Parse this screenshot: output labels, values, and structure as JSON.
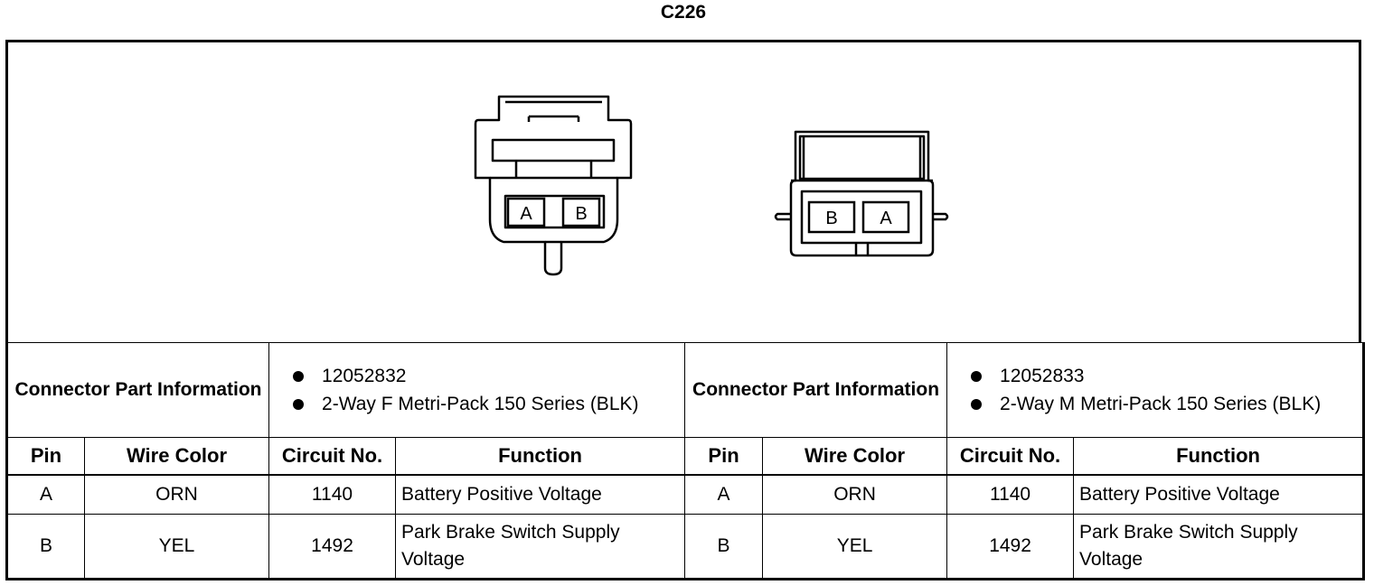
{
  "title": "C226",
  "connectors": [
    {
      "info_label": "Connector Part Information",
      "part_number": "12052832",
      "description": "2-Way F Metri-Pack 150 Series (BLK)",
      "cavities": [
        "A",
        "B"
      ]
    },
    {
      "info_label": "Connector Part Information",
      "part_number": "12052833",
      "description": "2-Way M Metri-Pack 150 Series (BLK)",
      "cavities": [
        "B",
        "A"
      ]
    }
  ],
  "columns": {
    "pin": "Pin",
    "wire_color": "Wire Color",
    "circuit": "Circuit No.",
    "function": "Function"
  },
  "rows": [
    {
      "pin": "A",
      "wire_color": "ORN",
      "circuit": "1140",
      "function": "Battery Positive Voltage"
    },
    {
      "pin": "B",
      "wire_color": "YEL",
      "circuit": "1492",
      "function": "Park Brake Switch Supply Voltage"
    }
  ]
}
